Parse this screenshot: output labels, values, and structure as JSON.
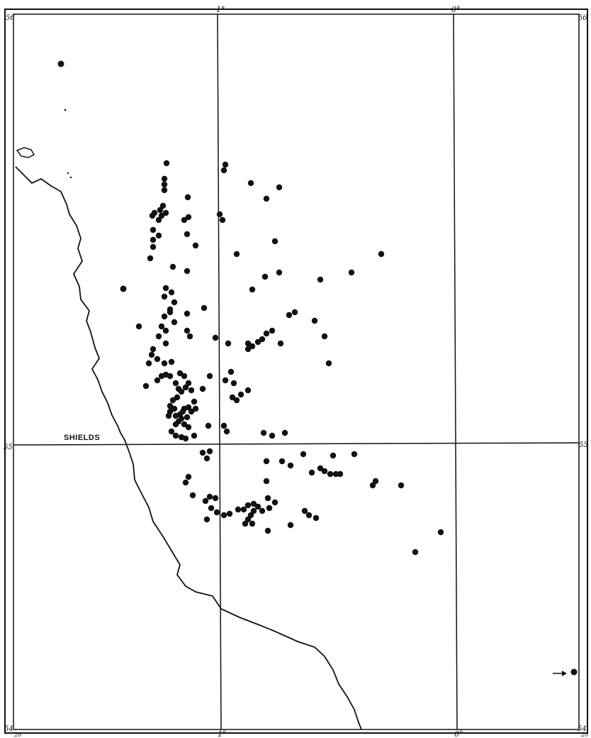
{
  "place_label": "SHIELDS",
  "longitude_labels": [
    "1°",
    "0°"
  ],
  "latitude_labels": [
    "55",
    "55"
  ],
  "corner_labels": {
    "top_left": "56",
    "top_right": "56",
    "bottom_left": "54",
    "bottom_right": "54"
  },
  "bottom_ticks": [
    "20",
    "1°",
    "0°",
    "20"
  ],
  "ink_color": "#111111",
  "paper_color": "#ffffff",
  "marker_icon": "arrow-right-icon"
}
